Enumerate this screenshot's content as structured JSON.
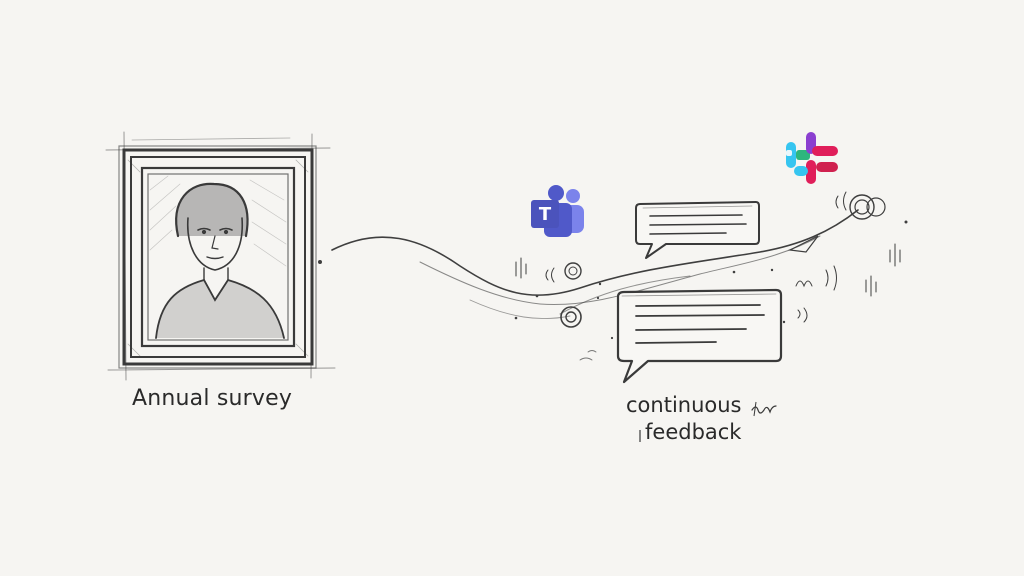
{
  "left_label": "Annual survey",
  "right_label_line1": "continuous",
  "right_label_line2": "feedback",
  "teams_logo_letter": "T",
  "icons": [
    "framed-portrait-icon",
    "teams-logo-icon",
    "slack-logo-icon",
    "chat-bubble-icon",
    "chat-bubble-icon"
  ],
  "colors": {
    "background": "#f6f5f2",
    "pencil": "#3a3a3a",
    "teams_purple": "#4b53bc",
    "slack_blue": "#36c5f0",
    "slack_green": "#2eb67d",
    "slack_pink": "#e01e5a",
    "slack_purple": "#8b3fd0"
  }
}
